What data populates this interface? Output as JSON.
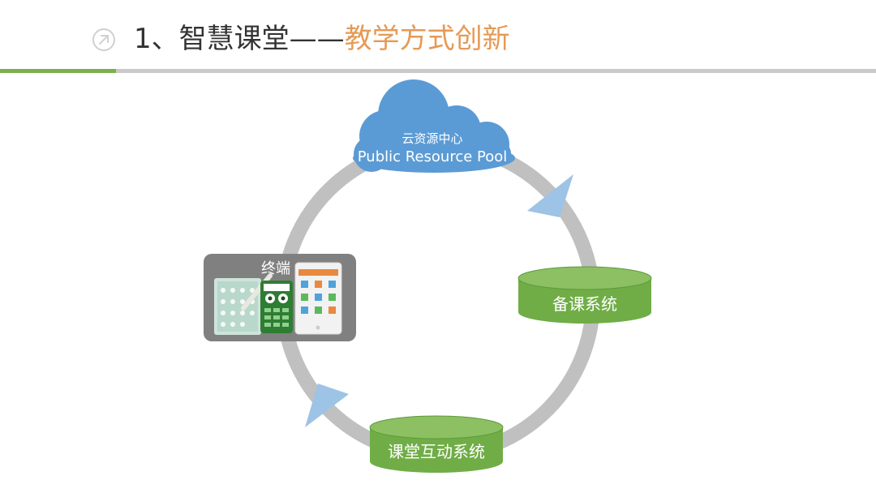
{
  "title": {
    "prefix": "1、智慧课堂——",
    "highlight": "教学方式创新"
  },
  "colors": {
    "title_dark": "#333333",
    "title_accent": "#e59a56",
    "bar_green": "#7ab04a",
    "bar_gray": "#c9c9c9",
    "cloud": "#5b9bd5",
    "cylinder_green": "#70ad47",
    "ring_gray": "#c0c0c0",
    "arrow_blue": "#9dc3e6",
    "terminal_box": "#808080"
  },
  "icons": {
    "title_icon": "arrow-up-right-circle-icon"
  },
  "diagram": {
    "cloud": {
      "label_cn": "云资源中心",
      "label_en": "Public Resource Pool"
    },
    "prep_system": "备课系统",
    "interaction_system": "课堂互动系统",
    "terminal": {
      "label": "终端"
    }
  }
}
